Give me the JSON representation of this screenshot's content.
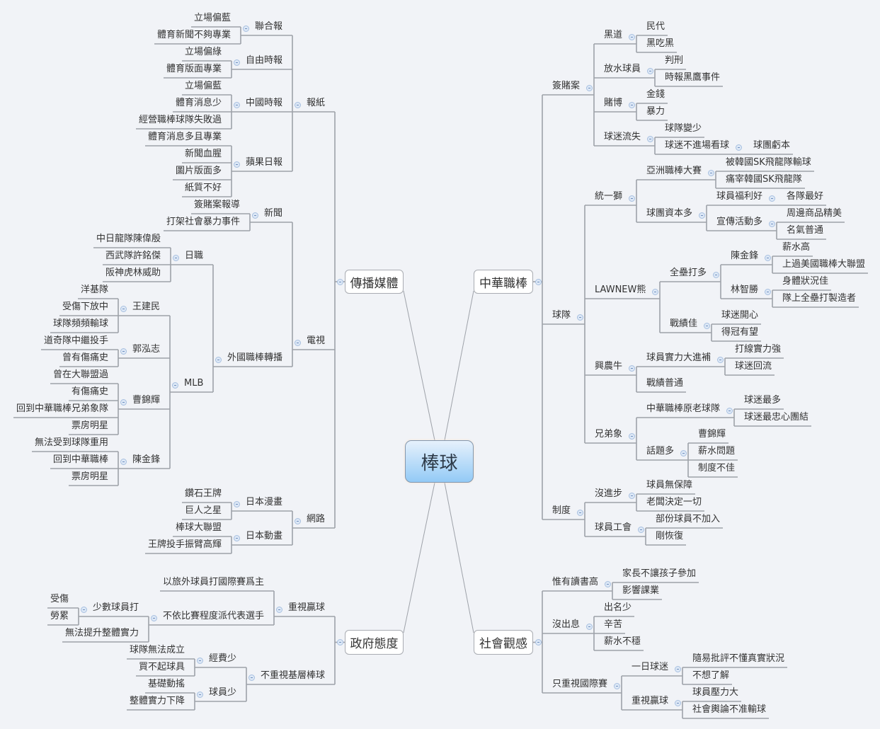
{
  "map": {
    "center": "棒球",
    "branches": [
      {
        "label": "傳播媒體",
        "children": [
          {
            "label": "報紙",
            "children": [
              {
                "label": "聯合報",
                "children": [
                  {
                    "label": "立場偏藍"
                  },
                  {
                    "label": "體育新聞不夠專業"
                  }
                ]
              },
              {
                "label": "自由時報",
                "children": [
                  {
                    "label": "立場偏綠"
                  },
                  {
                    "label": "體育版面專業"
                  }
                ]
              },
              {
                "label": "中國時報",
                "children": [
                  {
                    "label": "立場偏藍"
                  },
                  {
                    "label": "體育消息少"
                  },
                  {
                    "label": "經營職棒球隊失敗過"
                  }
                ]
              },
              {
                "label": "蘋果日報",
                "children": [
                  {
                    "label": "體育消息多且專業"
                  },
                  {
                    "label": "新聞血腥"
                  },
                  {
                    "label": "圖片版面多"
                  },
                  {
                    "label": "紙質不好"
                  }
                ]
              }
            ]
          },
          {
            "label": "電視",
            "children": [
              {
                "label": "新聞",
                "children": [
                  {
                    "label": "簽賭案報導"
                  },
                  {
                    "label": "打架社會暴力事件"
                  }
                ]
              },
              {
                "label": "外國職棒轉播",
                "children": [
                  {
                    "label": "日職",
                    "children": [
                      {
                        "label": "中日龍隊陳偉殷"
                      },
                      {
                        "label": "西武隊許銘傑"
                      },
                      {
                        "label": "阪神虎林威助"
                      }
                    ]
                  },
                  {
                    "label": "MLB",
                    "children": [
                      {
                        "label": "王建民",
                        "children": [
                          {
                            "label": "洋基隊"
                          },
                          {
                            "label": "受傷下放中"
                          },
                          {
                            "label": "球隊頻頻輸球"
                          }
                        ]
                      },
                      {
                        "label": "郭泓志",
                        "children": [
                          {
                            "label": "道奇隊中繼投手"
                          },
                          {
                            "label": "曾有傷痛史"
                          }
                        ]
                      },
                      {
                        "label": "曹錦輝",
                        "children": [
                          {
                            "label": "曾在大聯盟過"
                          },
                          {
                            "label": "有傷痛史"
                          },
                          {
                            "label": "回到中華職棒兄弟象隊"
                          },
                          {
                            "label": "票房明星"
                          }
                        ]
                      },
                      {
                        "label": "陳金鋒",
                        "children": [
                          {
                            "label": "無法受到球隊重用"
                          },
                          {
                            "label": "回到中華職棒"
                          },
                          {
                            "label": "票房明星"
                          }
                        ]
                      }
                    ]
                  }
                ]
              }
            ]
          },
          {
            "label": "網路",
            "children": [
              {
                "label": "日本漫畫",
                "children": [
                  {
                    "label": "鑽石王牌"
                  },
                  {
                    "label": "巨人之星"
                  }
                ]
              },
              {
                "label": "日本動畫",
                "children": [
                  {
                    "label": "棒球大聯盟"
                  },
                  {
                    "label": "王牌投手振臂高輝"
                  }
                ]
              }
            ]
          }
        ]
      },
      {
        "label": "中華職棒",
        "children": [
          {
            "label": "簽賭案",
            "children": [
              {
                "label": "黑道",
                "children": [
                  {
                    "label": "民代"
                  },
                  {
                    "label": "黑吃黑"
                  }
                ]
              },
              {
                "label": "放水球員",
                "children": [
                  {
                    "label": "判刑"
                  },
                  {
                    "label": "時報黑鷹事件"
                  }
                ]
              },
              {
                "label": "賭博",
                "children": [
                  {
                    "label": "金錢"
                  },
                  {
                    "label": "暴力"
                  }
                ]
              },
              {
                "label": "球迷流失",
                "children": [
                  {
                    "label": "球隊變少"
                  },
                  {
                    "label": "球迷不進場看球",
                    "children": [
                      {
                        "label": "球團虧本"
                      }
                    ]
                  }
                ]
              }
            ]
          },
          {
            "label": "球隊",
            "children": [
              {
                "label": "統一獅",
                "children": [
                  {
                    "label": "亞洲職棒大賽",
                    "children": [
                      {
                        "label": "被韓國SK飛龍隊輸球"
                      },
                      {
                        "label": "痛宰韓國SK飛龍隊"
                      }
                    ]
                  },
                  {
                    "label": "球團資本多",
                    "children": [
                      {
                        "label": "球員福利好",
                        "children": [
                          {
                            "label": "各隊最好"
                          }
                        ]
                      },
                      {
                        "label": "宣傳活動多",
                        "children": [
                          {
                            "label": "周邊商品精美"
                          },
                          {
                            "label": "名氣普通"
                          }
                        ]
                      }
                    ]
                  }
                ]
              },
              {
                "label": "LAWNEW熊",
                "children": [
                  {
                    "label": "全壘打多",
                    "children": [
                      {
                        "label": "陳金鋒",
                        "children": [
                          {
                            "label": "薪水高"
                          },
                          {
                            "label": "上過美國職棒大聯盟"
                          }
                        ]
                      },
                      {
                        "label": "林智勝",
                        "children": [
                          {
                            "label": "身體狀況佳"
                          },
                          {
                            "label": "隊上全壘打製造者"
                          }
                        ]
                      }
                    ]
                  },
                  {
                    "label": "戰績佳",
                    "children": [
                      {
                        "label": "球迷開心"
                      },
                      {
                        "label": "得冠有望"
                      }
                    ]
                  }
                ]
              },
              {
                "label": "興農牛",
                "children": [
                  {
                    "label": "球員實力大進補",
                    "children": [
                      {
                        "label": "打線實力強"
                      },
                      {
                        "label": "球迷回流"
                      }
                    ]
                  },
                  {
                    "label": "戰績普通"
                  }
                ]
              },
              {
                "label": "兄弟象",
                "children": [
                  {
                    "label": "中華職棒原老球隊",
                    "children": [
                      {
                        "label": "球迷最多"
                      },
                      {
                        "label": "球迷最忠心團結"
                      }
                    ]
                  },
                  {
                    "label": "話題多",
                    "children": [
                      {
                        "label": "曹錦輝"
                      },
                      {
                        "label": "薪水問題"
                      },
                      {
                        "label": "制度不佳"
                      }
                    ]
                  }
                ]
              }
            ]
          },
          {
            "label": "制度",
            "children": [
              {
                "label": "沒進步",
                "children": [
                  {
                    "label": "球員無保障"
                  },
                  {
                    "label": "老闆決定一切"
                  }
                ]
              },
              {
                "label": "球員工會",
                "children": [
                  {
                    "label": "部份球員不加入"
                  },
                  {
                    "label": "剛恢復"
                  }
                ]
              }
            ]
          }
        ]
      },
      {
        "label": "政府態度",
        "children": [
          {
            "label": "重視贏球",
            "children": [
              {
                "label": "以旅外球員打國際賽爲主"
              },
              {
                "label": "不依比賽程度派代表選手",
                "children": [
                  {
                    "label": "少數球員打",
                    "children": [
                      {
                        "label": "受傷"
                      },
                      {
                        "label": "勞累"
                      }
                    ]
                  },
                  {
                    "label": "無法提升整體實力"
                  }
                ]
              }
            ]
          },
          {
            "label": "不重視基層棒球",
            "children": [
              {
                "label": "經費少",
                "children": [
                  {
                    "label": "球隊無法成立"
                  },
                  {
                    "label": "買不起球具"
                  }
                ]
              },
              {
                "label": "球員少",
                "children": [
                  {
                    "label": "基礎動搖"
                  },
                  {
                    "label": "整體實力下降"
                  }
                ]
              }
            ]
          }
        ]
      },
      {
        "label": "社會觀感",
        "children": [
          {
            "label": "惟有讀書高",
            "children": [
              {
                "label": "家長不讓孩子參加"
              },
              {
                "label": "影響課業"
              }
            ]
          },
          {
            "label": "沒出息",
            "children": [
              {
                "label": "出名少"
              },
              {
                "label": "辛苦"
              },
              {
                "label": "薪水不穩"
              }
            ]
          },
          {
            "label": "只重視國際賽",
            "children": [
              {
                "label": "一日球迷",
                "children": [
                  {
                    "label": "隨易批評不懂真實狀況"
                  },
                  {
                    "label": "不想了解"
                  }
                ]
              },
              {
                "label": "重視贏球",
                "children": [
                  {
                    "label": "球員壓力大"
                  },
                  {
                    "label": "社會輿論不准輸球"
                  }
                ]
              }
            ]
          }
        ]
      }
    ]
  }
}
